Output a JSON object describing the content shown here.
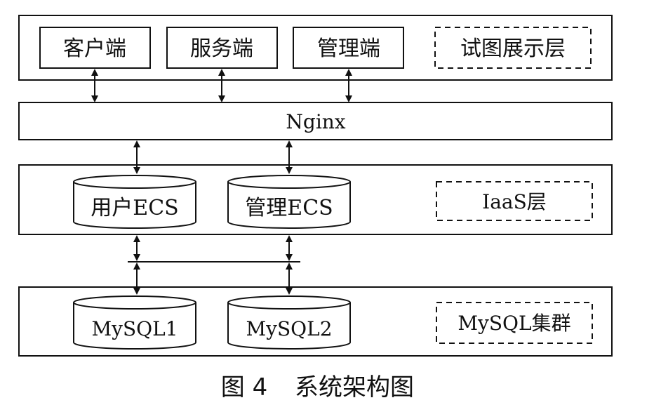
{
  "view_layer": {
    "nodes": [
      "客户端",
      "服务端",
      "管理端"
    ],
    "label": "试图展示层"
  },
  "proxy": {
    "label": "Nginx"
  },
  "iaas_layer": {
    "nodes": [
      "用户ECS",
      "管理ECS"
    ],
    "label": "IaaS层"
  },
  "mysql_layer": {
    "nodes": [
      "MySQL1",
      "MySQL2"
    ],
    "label": "MySQL集群"
  },
  "caption": {
    "figure": "图 4",
    "title": "系统架构图"
  },
  "colors": {
    "stroke": "#111111",
    "background": "#ffffff"
  }
}
